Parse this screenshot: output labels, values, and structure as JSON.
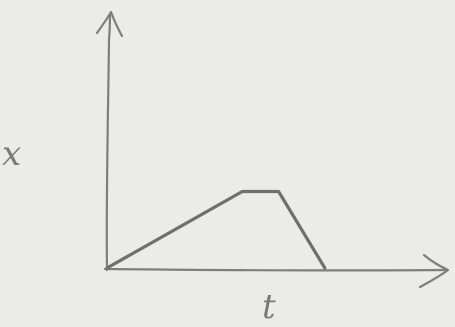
{
  "chart_data": {
    "type": "line",
    "xlabel": "t",
    "ylabel": "x",
    "grid": false,
    "series": [
      {
        "points": [
          {
            "x": 0,
            "y": 0
          },
          {
            "x": 0.41,
            "y": 0.34
          },
          {
            "x": 0.52,
            "y": 0.34
          },
          {
            "x": 0.66,
            "y": 0
          }
        ]
      }
    ]
  }
}
